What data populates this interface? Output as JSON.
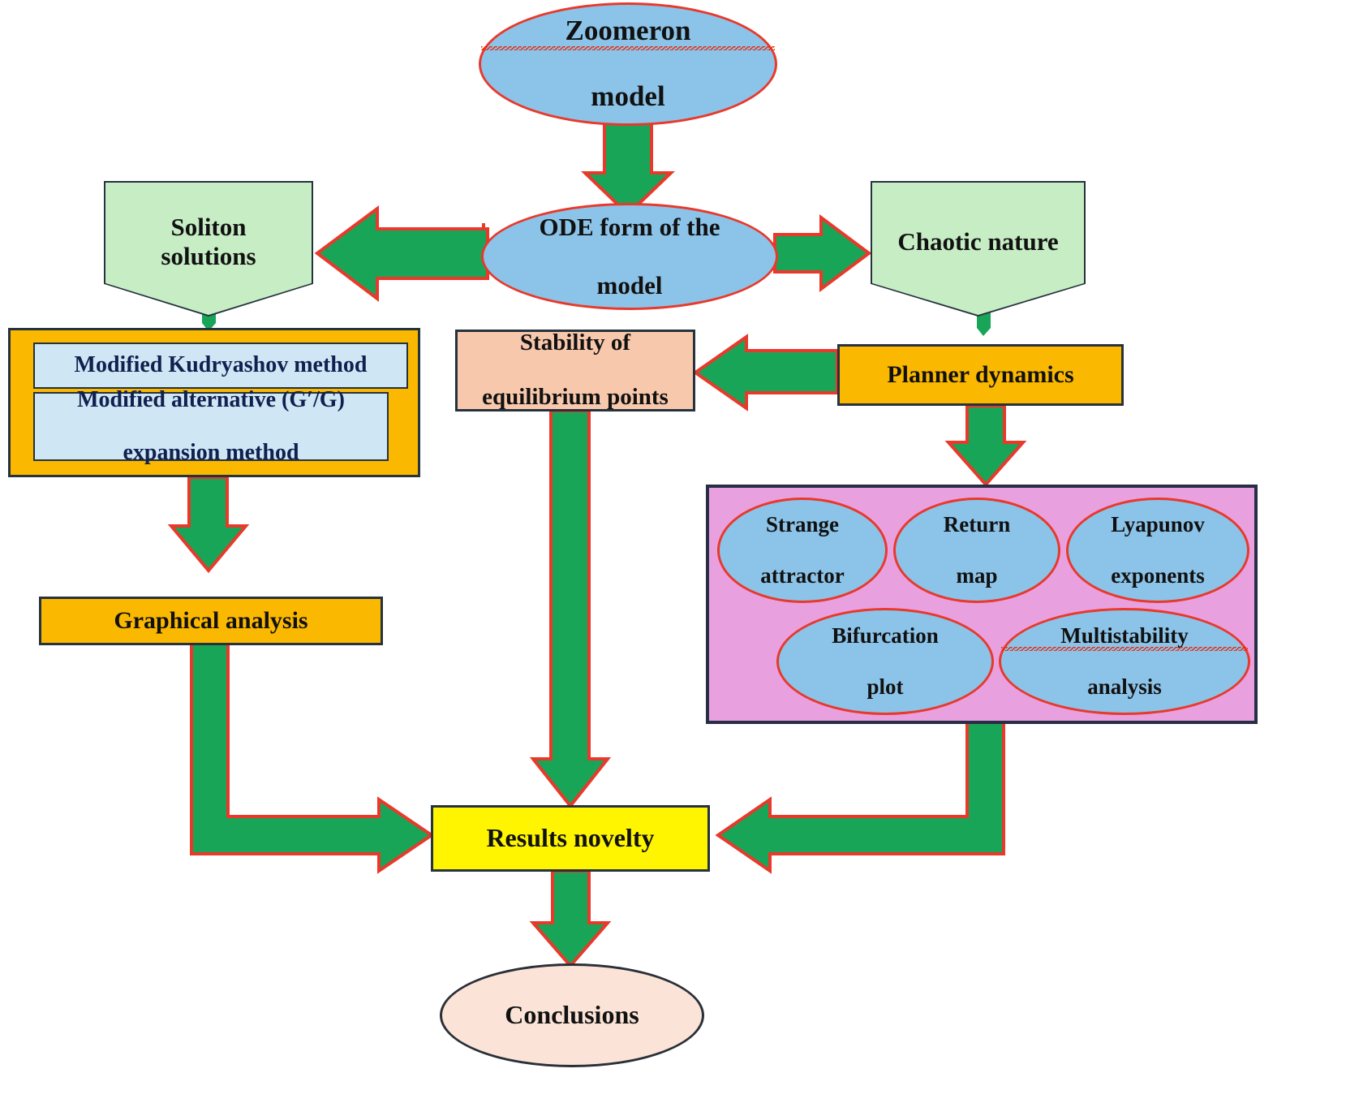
{
  "diagram": {
    "title": "Zoomeron model research flowchart",
    "palette": {
      "ellipse_blue_fill": "#8CC3E8",
      "ellipse_blue_border": "#E8392B",
      "pentagon_green_fill": "#C6EDC4",
      "box_orange_fill": "#FBB800",
      "box_peach_fill": "#F7C8AC",
      "box_yellow_fill": "#FFF500",
      "box_pink_fill": "#E8A0DE",
      "box_lightblue_fill": "#CFE6F5",
      "ellipse_conclusion_fill": "#FBE4D7",
      "arrow_fill": "#18A558",
      "arrow_outline": "#E8392B",
      "dark_border": "#26323C",
      "navy_text": "#10204F"
    },
    "nodes": {
      "zoomeron_model": {
        "line1": "Zoomeron",
        "line2": "model",
        "shape": "ellipse",
        "misspelled": true
      },
      "ode_form": {
        "line1": "ODE form of the",
        "line2": "model",
        "shape": "ellipse"
      },
      "soliton_solutions": {
        "line1": "Soliton",
        "line2": "solutions",
        "shape": "pentagon"
      },
      "chaotic_nature": {
        "line1": "Chaotic nature",
        "shape": "pentagon"
      },
      "methods_group": {
        "method_1": "Modified Kudryashov method",
        "method_2_line1": "Modified alternative (G′/G)",
        "method_2_line2": "expansion method"
      },
      "stability": {
        "line1": "Stability of",
        "line2": "equilibrium points",
        "shape": "rect"
      },
      "planner_dynamics": {
        "line1": "Planner dynamics",
        "shape": "rect"
      },
      "graphical_analysis": {
        "line1": "Graphical analysis",
        "shape": "rect"
      },
      "chaos_panel": {
        "items": [
          {
            "line1": "Strange",
            "line2": "attractor",
            "misspelled": false
          },
          {
            "line1": "Return",
            "line2": "map",
            "misspelled": false
          },
          {
            "line1": "Lyapunov",
            "line2": "exponents",
            "misspelled": false
          },
          {
            "line1": "Bifurcation",
            "line2": "plot",
            "misspelled": false
          },
          {
            "line1": "Multistability",
            "line2": "analysis",
            "misspelled": true
          }
        ]
      },
      "results_novelty": {
        "line1": "Results novelty",
        "shape": "rect"
      },
      "conclusions": {
        "line1": "Conclusions",
        "shape": "ellipse"
      }
    },
    "edges": [
      {
        "from": "zoomeron_model",
        "to": "ode_form",
        "direction": "down"
      },
      {
        "from": "ode_form",
        "to": "soliton_solutions",
        "direction": "left"
      },
      {
        "from": "ode_form",
        "to": "chaotic_nature",
        "direction": "right"
      },
      {
        "from": "soliton_solutions",
        "to": "methods_group",
        "direction": "down"
      },
      {
        "from": "chaotic_nature",
        "to": "planner_dynamics",
        "direction": "down"
      },
      {
        "from": "planner_dynamics",
        "to": "stability",
        "direction": "left"
      },
      {
        "from": "planner_dynamics",
        "to": "chaos_panel",
        "direction": "down"
      },
      {
        "from": "methods_group",
        "to": "graphical_analysis",
        "direction": "down"
      },
      {
        "from": "graphical_analysis",
        "to": "results_novelty",
        "direction": "down-right-elbow"
      },
      {
        "from": "stability",
        "to": "results_novelty",
        "direction": "down"
      },
      {
        "from": "chaos_panel",
        "to": "results_novelty",
        "direction": "down-left-elbow"
      },
      {
        "from": "results_novelty",
        "to": "conclusions",
        "direction": "down"
      }
    ]
  }
}
